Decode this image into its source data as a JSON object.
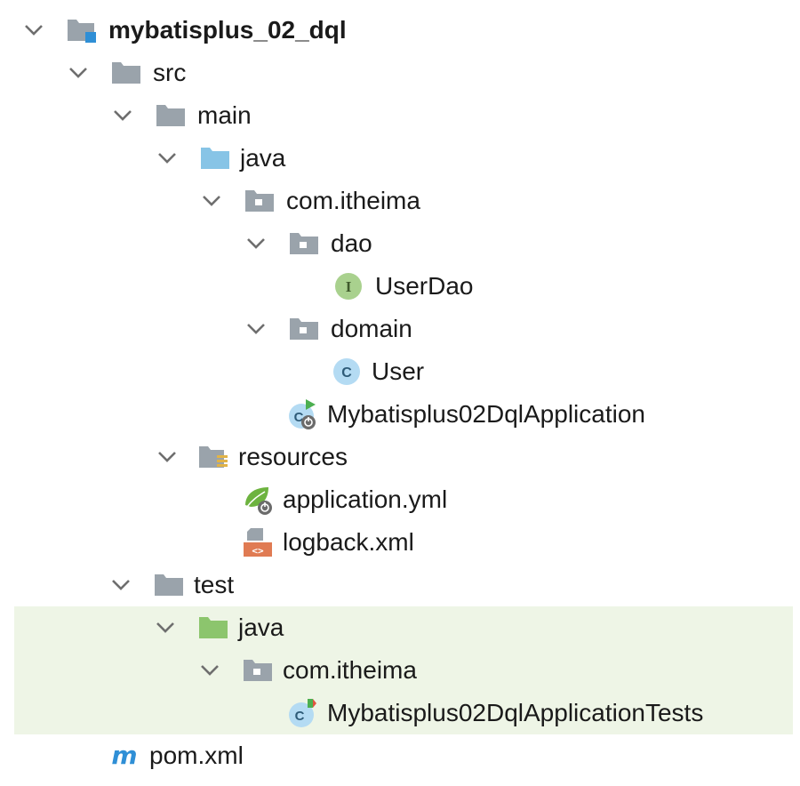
{
  "tree": {
    "root": {
      "label": "mybatisplus_02_dql",
      "icon": "module-folder-icon"
    },
    "src": {
      "label": "src",
      "icon": "folder-icon"
    },
    "main": {
      "label": "main",
      "icon": "folder-icon"
    },
    "main_java": {
      "label": "java",
      "icon": "source-root-folder-icon"
    },
    "main_pkg": {
      "label": "com.itheima",
      "icon": "package-icon"
    },
    "dao": {
      "label": "dao",
      "icon": "package-icon"
    },
    "userdao": {
      "label": "UserDao",
      "icon": "interface-icon"
    },
    "domain": {
      "label": "domain",
      "icon": "package-icon"
    },
    "user": {
      "label": "User",
      "icon": "class-icon"
    },
    "app": {
      "label": "Mybatisplus02DqlApplication",
      "icon": "spring-boot-class-icon"
    },
    "resources": {
      "label": "resources",
      "icon": "resources-folder-icon"
    },
    "app_yml": {
      "label": "application.yml",
      "icon": "spring-config-icon"
    },
    "logback": {
      "label": "logback.xml",
      "icon": "xml-file-icon"
    },
    "test": {
      "label": "test",
      "icon": "folder-icon"
    },
    "test_java": {
      "label": "java",
      "icon": "test-root-folder-icon"
    },
    "test_pkg": {
      "label": "com.itheima",
      "icon": "package-icon"
    },
    "tests": {
      "label": "Mybatisplus02DqlApplicationTests",
      "icon": "test-class-icon"
    },
    "pom": {
      "label": "pom.xml",
      "icon": "maven-icon"
    }
  },
  "colors": {
    "selection": "#eef5e6",
    "folder_gray": "#9aa3ab",
    "source_blue": "#87c4e6",
    "test_green": "#8cc56d",
    "interface_green": "#a9d18e",
    "class_blue": "#b4dbf3",
    "maven_blue": "#2f8fd6",
    "xml_orange": "#e07b53"
  }
}
